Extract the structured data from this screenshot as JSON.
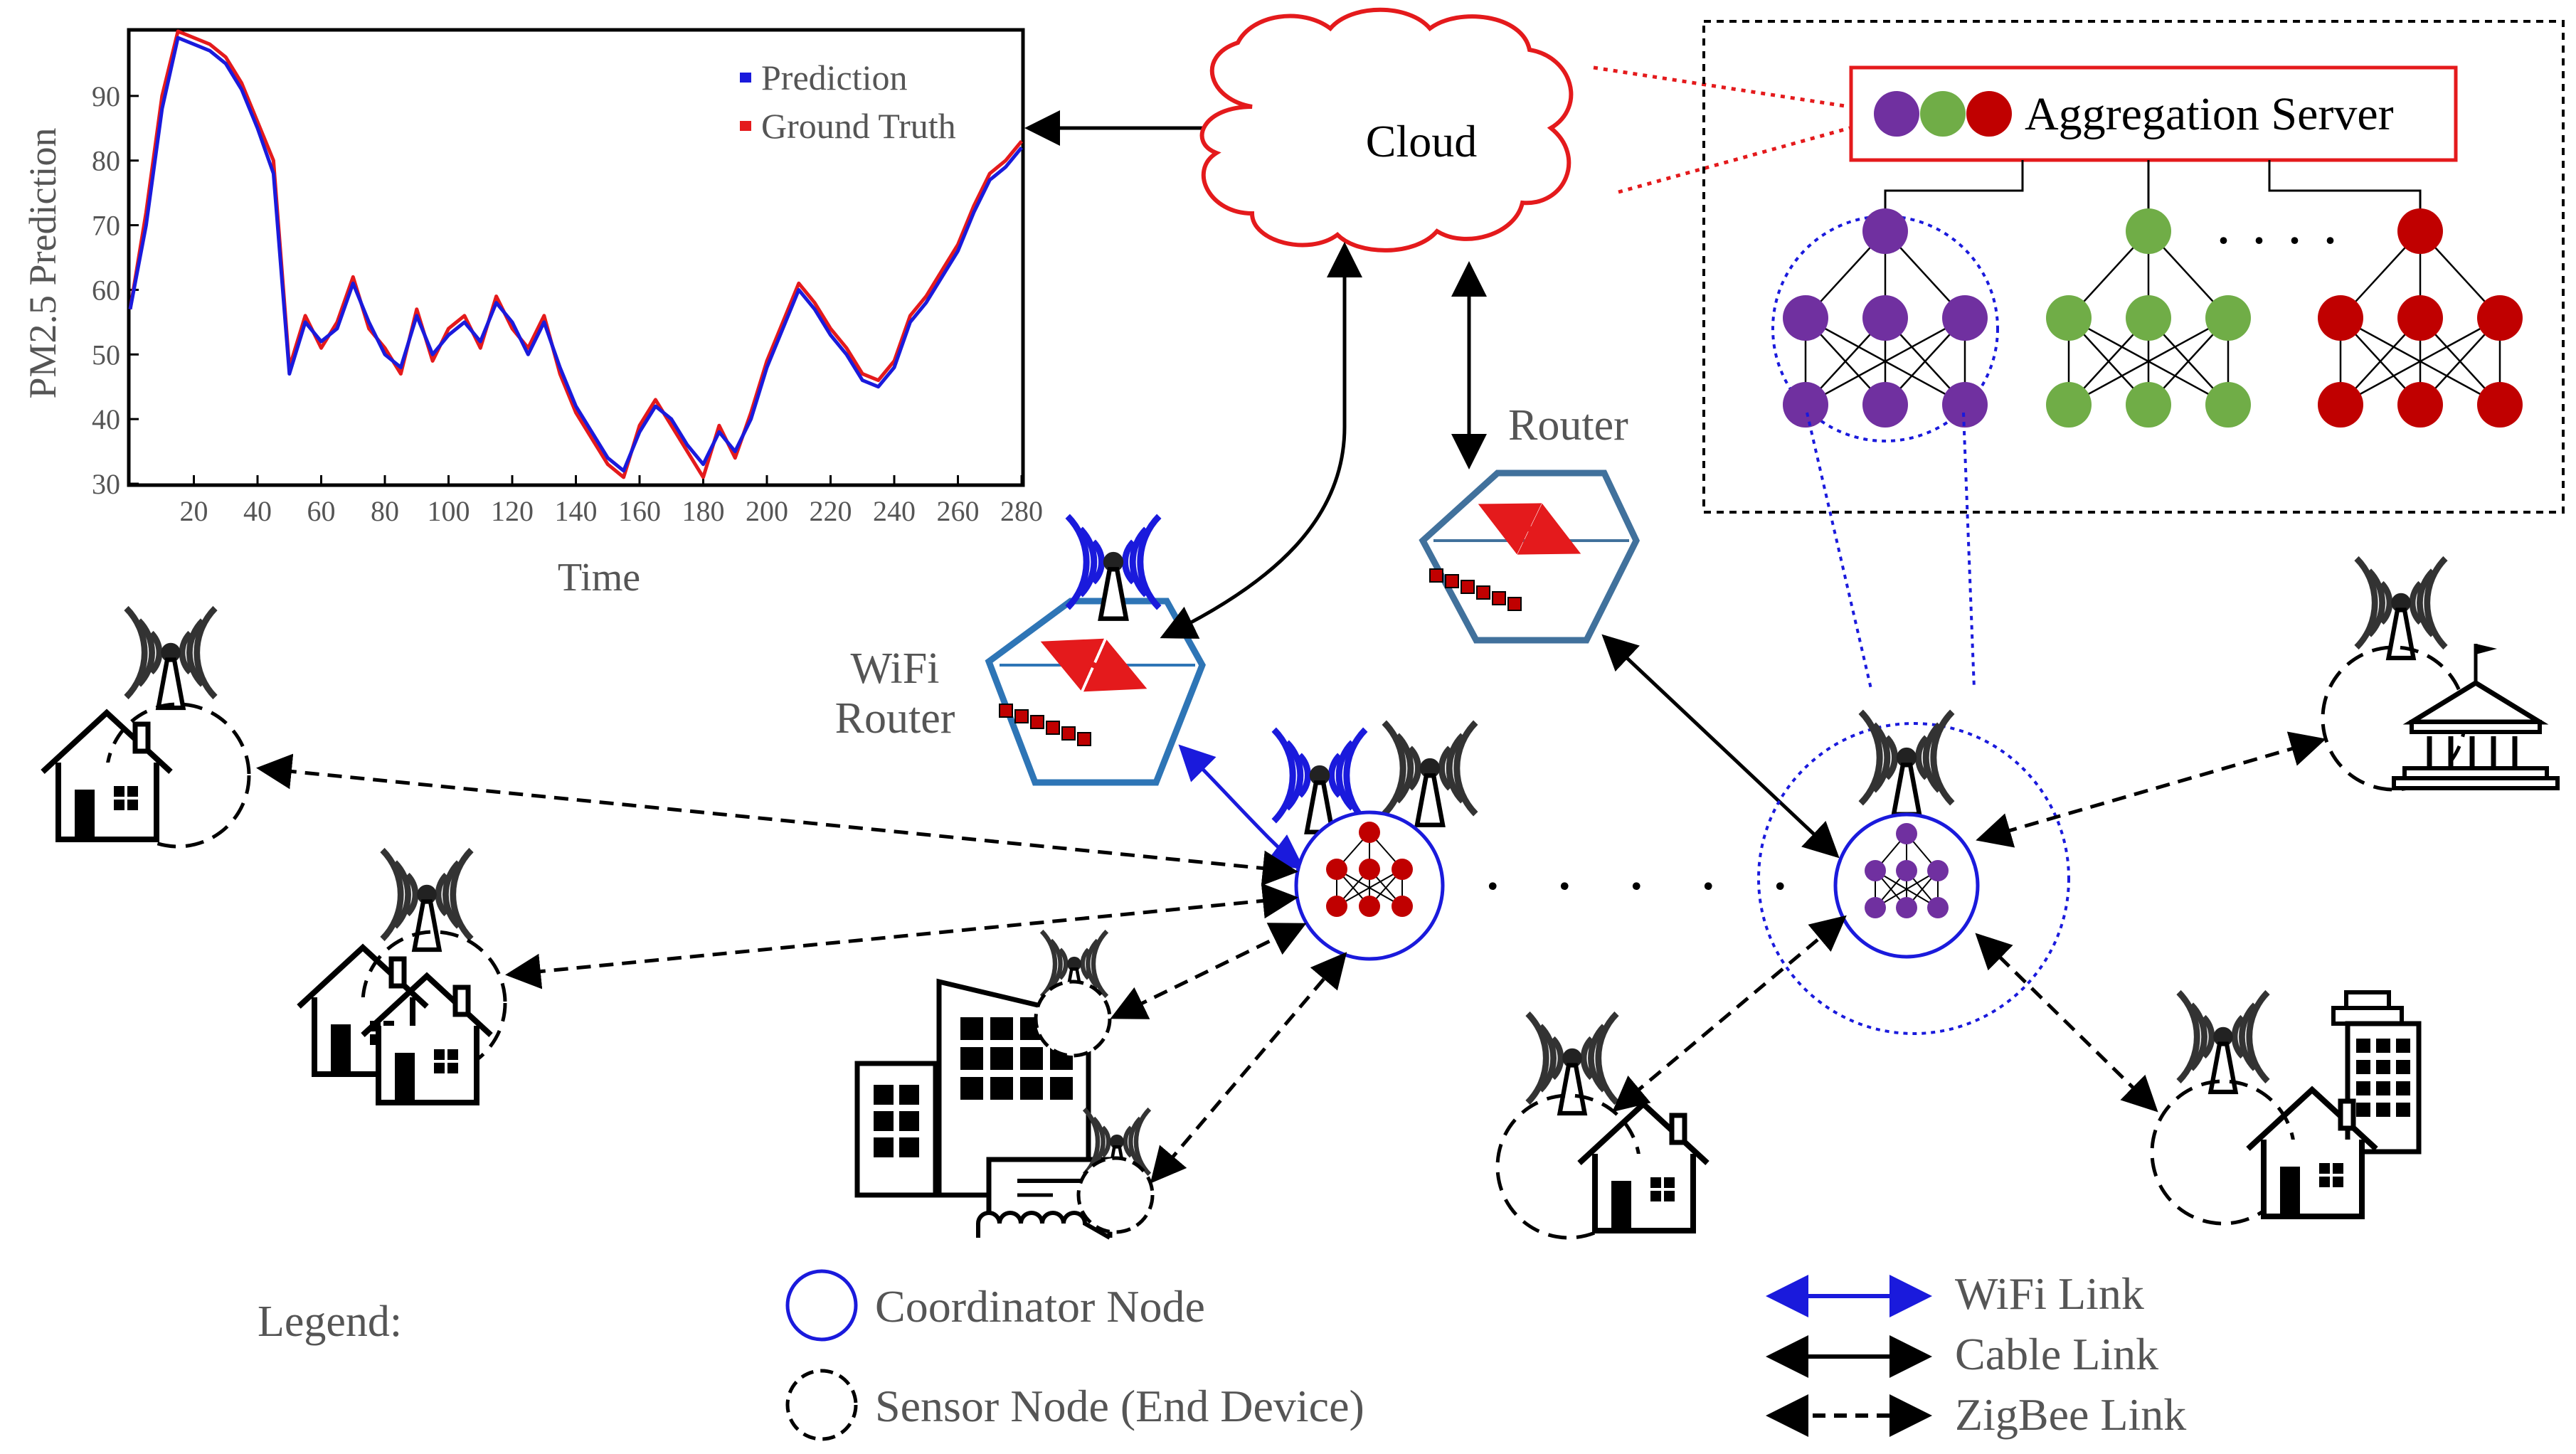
{
  "chart": {
    "ylabel": "PM2.5 Prediction",
    "xlabel": "Time",
    "legend": [
      "Prediction",
      "Ground Truth"
    ],
    "colors": {
      "prediction": "#1a1adc",
      "ground_truth": "#e41a1c"
    }
  },
  "chart_data": {
    "type": "line",
    "title": "",
    "xlabel": "Time",
    "ylabel": "PM2.5 Prediction",
    "xlim": [
      0,
      280
    ],
    "ylim": [
      30,
      100
    ],
    "xticks": [
      20,
      40,
      60,
      80,
      100,
      120,
      140,
      160,
      180,
      200,
      220,
      240,
      260,
      280
    ],
    "yticks": [
      30,
      40,
      50,
      60,
      70,
      80,
      90
    ],
    "legend_position": "top-right",
    "grid": false,
    "x": [
      0,
      5,
      10,
      15,
      20,
      25,
      30,
      35,
      40,
      45,
      50,
      55,
      60,
      65,
      70,
      75,
      80,
      85,
      90,
      95,
      100,
      105,
      110,
      115,
      120,
      125,
      130,
      135,
      140,
      145,
      150,
      155,
      160,
      165,
      170,
      175,
      180,
      185,
      190,
      195,
      200,
      205,
      210,
      215,
      220,
      225,
      230,
      235,
      240,
      245,
      250,
      255,
      260,
      265,
      270,
      275,
      280
    ],
    "series": [
      {
        "name": "Prediction",
        "values": [
          57,
          70,
          88,
          99,
          98,
          97,
          95,
          91,
          85,
          78,
          47,
          55,
          52,
          54,
          61,
          55,
          50,
          48,
          56,
          50,
          53,
          55,
          52,
          58,
          55,
          50,
          55,
          48,
          42,
          38,
          34,
          32,
          38,
          42,
          40,
          36,
          33,
          38,
          35,
          40,
          48,
          54,
          60,
          57,
          53,
          50,
          46,
          45,
          48,
          55,
          58,
          62,
          66,
          72,
          77,
          79,
          82
        ]
      },
      {
        "name": "Ground Truth",
        "values": [
          57,
          72,
          90,
          100,
          99,
          98,
          96,
          92,
          86,
          80,
          48,
          56,
          51,
          55,
          62,
          54,
          51,
          47,
          57,
          49,
          54,
          56,
          51,
          59,
          54,
          51,
          56,
          47,
          41,
          37,
          33,
          31,
          39,
          43,
          39,
          35,
          31,
          39,
          34,
          41,
          49,
          55,
          61,
          58,
          54,
          51,
          47,
          46,
          49,
          56,
          59,
          63,
          67,
          73,
          78,
          80,
          83
        ]
      }
    ]
  },
  "labels": {
    "cloud": "Cloud",
    "aggregation_server": "Aggregation Server",
    "router": "Router",
    "wifi_router_line1": "WiFi",
    "wifi_router_line2": "Router",
    "legend_title": "Legend:",
    "coordinator_node": "Coordinator Node",
    "sensor_node": "Sensor Node (End Device)",
    "wifi_link": "WiFi Link",
    "cable_link": "Cable Link",
    "zigbee_link": "ZigBee Link",
    "ellipsis_middle": ". . . . .",
    "ellipsis_models": ". . . ."
  },
  "colors": {
    "purple": "#7030a0",
    "green": "#70ad47",
    "red": "#c00000",
    "coordinator_blue": "#1a1adc",
    "router_blue": "#2e75b6",
    "router_steel": "#41719c",
    "cloud_red": "#e41a1c"
  }
}
